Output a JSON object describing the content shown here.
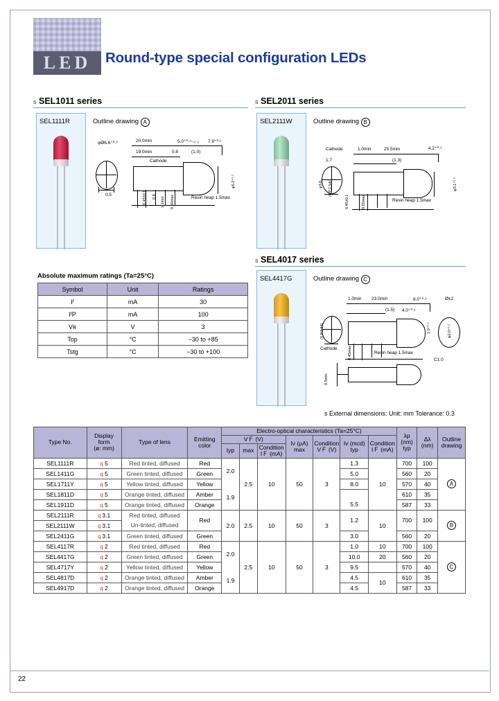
{
  "header": {
    "logo_text": "LED",
    "title": "Round-type special configuration LEDs"
  },
  "sections": [
    {
      "star": "s",
      "name": "SEL1011 series"
    },
    {
      "star": "s",
      "name": "SEL2011 series"
    },
    {
      "star": "s",
      "name": "SEL4017 series"
    }
  ],
  "products": [
    {
      "part": "SEL1111R",
      "outline_label": "Outline drawing",
      "outline_letter": "A"
    },
    {
      "part": "SEL2111W",
      "outline_label": "Outline drawing",
      "outline_letter": "B"
    },
    {
      "part": "SEL4417G",
      "outline_label": "Outline drawing",
      "outline_letter": "C"
    }
  ],
  "drawing_a": {
    "d1": "φØ6.6⁺⁰·²",
    "d2": "20.0min",
    "d3": "5.0⁺⁰·⁵₋₀·₃",
    "d4": "7.9⁺⁰·²",
    "d5": "19.0min",
    "d6": "0.8",
    "d7": "(1.0)",
    "cathode": "Cathode",
    "d8": "0.5",
    "d9": "0.45±0.1",
    "d10": "0.8",
    "d11": "1.1min",
    "d12": "0.55max",
    "d13": "φ5.2⁺⁰·²",
    "resin": "Resin heap 1.5max"
  },
  "drawing_b": {
    "cathode": "Cathode",
    "d1": "1.0min",
    "d2": "25.5min",
    "d3": "4.2⁺⁰·¹",
    "d4": "1.7",
    "d5": "(1.3)",
    "d6": "φ3.6",
    "d7": "(0.P.2.54)",
    "d8": "0.45±0.1",
    "d9": "0.65max",
    "d10": "φ3.1⁺⁰·¹",
    "resin": "Resin heap 1.5max"
  },
  "drawing_c": {
    "d1": "1.0min",
    "d2": "23.0min",
    "d3": "8.0⁺⁰·²",
    "d4": "(1.5)",
    "d5": "4.0⁺⁰·²",
    "d6": "Ø±2",
    "d7": "φ2.0⁺⁰·²",
    "d8": "(0.P.2.54)",
    "cathode": "Cathode",
    "d9": "0.45max",
    "d10": "0.5min",
    "d11": "C1.0",
    "d12": "1.0⁺⁰·¹",
    "resin": "Resin heap 1.5max"
  },
  "amr": {
    "title": "Absolute maximum ratings (Ta=25°C)",
    "headers": [
      "Symbol",
      "Unit",
      "Ratings"
    ],
    "rows": [
      {
        "symbol": "Iᶠ",
        "unit": "mA",
        "rating": "30"
      },
      {
        "symbol": "IᶠP",
        "unit": "mA",
        "rating": "100"
      },
      {
        "symbol": "Vʀ",
        "unit": "V",
        "rating": "3"
      },
      {
        "symbol": "Top",
        "unit": "°C",
        "rating": "−30 to +85"
      },
      {
        "symbol": "Tstg",
        "unit": "°C",
        "rating": "−30 to +100"
      }
    ]
  },
  "note": "s External dimensions:  Unit: mm  Tolerance:  0.3",
  "main_table": {
    "headers": {
      "type_no": "Type No.",
      "display_form": "Display form\n(ø: mm)",
      "type_of_lens": "Type of lens",
      "emitting_color": "Emitting color",
      "eo_group": "Electro-optical characteristics (Ta=25°C)",
      "vf": "VＦ (V)",
      "vf_typ": "typ",
      "vf_max": "max",
      "vf_cond": "Condition IＦ (mA)",
      "iv": "Iᴠ (μA) max",
      "iv_cond": "Condition VＦ (V)",
      "iv_mcd": "Iᴠ (mcd) typ",
      "iv_mcd_cond": "Condition IＦ (mA)",
      "lambda_p": "λp (nm) typ",
      "delta_lambda": "Δλ (nm)",
      "outline_drawing": "Outline drawing"
    },
    "rows": [
      {
        "type": "SEL1111R",
        "form": "5",
        "lens": "Red tinted, diffused",
        "color": "Red",
        "vf_typ": "2.0",
        "vf_max": "2.5",
        "vf_cond": "10",
        "iv_max": "50",
        "iv_cond": "3",
        "mcd": "1.3",
        "mcd_cond": "10",
        "lp": "700",
        "dl": "100",
        "outline": "A"
      },
      {
        "type": "SEL1411G",
        "form": "5",
        "lens": "Green tinted, diffused",
        "color": "Green",
        "vf_typ": "",
        "vf_max": "",
        "vf_cond": "",
        "iv_max": "",
        "iv_cond": "",
        "mcd": "5.0",
        "mcd_cond": "",
        "lp": "560",
        "dl": "20",
        "outline": ""
      },
      {
        "type": "SEL1711Y",
        "form": "5",
        "lens": "Yellow tinted, diffused",
        "color": "Yellow",
        "vf_typ": "",
        "vf_max": "",
        "vf_cond": "",
        "iv_max": "",
        "iv_cond": "",
        "mcd": "8.0",
        "mcd_cond": "",
        "lp": "570",
        "dl": "40",
        "outline": ""
      },
      {
        "type": "SEL1811D",
        "form": "5",
        "lens": "Orange tinted, diffused",
        "color": "Amber",
        "vf_typ": "1.9",
        "vf_max": "",
        "vf_cond": "",
        "iv_max": "",
        "iv_cond": "",
        "mcd": "",
        "mcd_cond": "",
        "lp": "610",
        "dl": "35",
        "outline": ""
      },
      {
        "type": "SEL1911D",
        "form": "5",
        "lens": "Orange tinted, diffused",
        "color": "Orange",
        "vf_typ": "",
        "vf_max": "",
        "vf_cond": "",
        "iv_max": "",
        "iv_cond": "",
        "mcd": "5.5",
        "mcd_cond": "",
        "lp": "587",
        "dl": "33",
        "outline": ""
      },
      {
        "type": "SEL2111R",
        "form": "3.1",
        "lens": "Red tinted, diffused",
        "color": "Red",
        "vf_typ": "2.0",
        "vf_max": "2.5",
        "vf_cond": "10",
        "iv_max": "50",
        "iv_cond": "3",
        "mcd": "1.2",
        "mcd_cond": "10",
        "lp": "700",
        "dl": "100",
        "outline": "B"
      },
      {
        "type": "SEL2111W",
        "form": "3.1",
        "lens": "Un-tinted, diffused",
        "color": "Red",
        "vf_typ": "",
        "vf_max": "",
        "vf_cond": "",
        "iv_max": "",
        "iv_cond": "",
        "mcd": "",
        "mcd_cond": "",
        "lp": "",
        "dl": "",
        "outline": ""
      },
      {
        "type": "SEL2411G",
        "form": "3.1",
        "lens": "Green tinted, diffused",
        "color": "Green",
        "vf_typ": "",
        "vf_max": "",
        "vf_cond": "",
        "iv_max": "",
        "iv_cond": "",
        "mcd": "3.0",
        "mcd_cond": "",
        "lp": "560",
        "dl": "20",
        "outline": ""
      },
      {
        "type": "SEL4117R",
        "form": "2",
        "lens": "Red tinted, diffused",
        "color": "Red",
        "vf_typ": "2.0",
        "vf_max": "2.5",
        "vf_cond": "10",
        "iv_max": "50",
        "iv_cond": "3",
        "mcd": "1.0",
        "mcd_cond": "10",
        "lp": "700",
        "dl": "100",
        "outline": "C"
      },
      {
        "type": "SEL4417G",
        "form": "2",
        "lens": "Green tinted, diffused",
        "color": "Green",
        "vf_typ": "",
        "vf_max": "",
        "vf_cond": "",
        "iv_max": "",
        "iv_cond": "",
        "mcd": "10.0",
        "mcd_cond": "20",
        "lp": "560",
        "dl": "20",
        "outline": ""
      },
      {
        "type": "SEL4717Y",
        "form": "2",
        "lens": "Yellow tinted, diffused",
        "color": "Yellow",
        "vf_typ": "",
        "vf_max": "",
        "vf_cond": "",
        "iv_max": "",
        "iv_cond": "",
        "mcd": "9.5",
        "mcd_cond": "",
        "lp": "570",
        "dl": "40",
        "outline": ""
      },
      {
        "type": "SEL4817D",
        "form": "2",
        "lens": "Orange tinted, diffused",
        "color": "Amber",
        "vf_typ": "1.9",
        "vf_max": "",
        "vf_cond": "",
        "iv_max": "",
        "iv_cond": "",
        "mcd": "4.5",
        "mcd_cond": "10",
        "lp": "610",
        "dl": "35",
        "outline": ""
      },
      {
        "type": "SEL4917D",
        "form": "2",
        "lens": "Orange tinted, diffused",
        "color": "Orange",
        "vf_typ": "",
        "vf_max": "",
        "vf_cond": "",
        "iv_max": "",
        "iv_cond": "",
        "mcd": "4.5",
        "mcd_cond": "",
        "lp": "587",
        "dl": "33",
        "outline": ""
      }
    ]
  },
  "page_number": "22",
  "colors": {
    "title_blue": "#1c3b9c",
    "table_header": "#b9b5d8",
    "box_border": "#7fbcd6",
    "box_fill": "#eaf5fb"
  }
}
